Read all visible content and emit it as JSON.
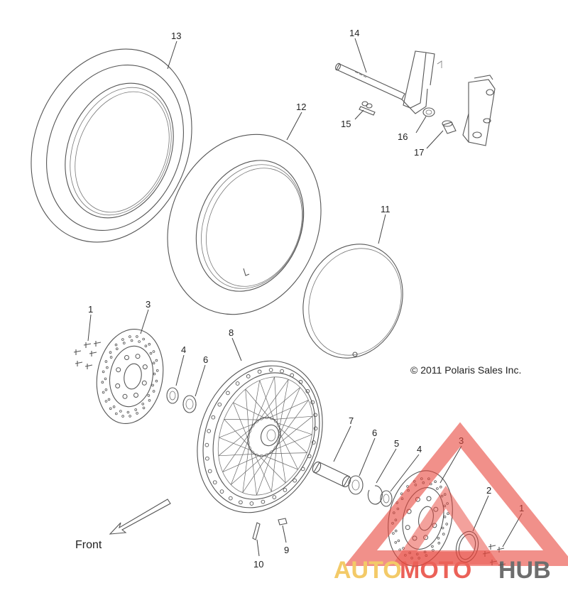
{
  "copyright": "© 2011 Polaris Sales Inc.",
  "direction_label": "Front",
  "watermark": {
    "part1": "AUTO",
    "part2": "MOTO",
    "part3": "HUB",
    "colors": {
      "red": "#e8463c",
      "yellow": "#f2c14e",
      "gray": "#555555"
    }
  },
  "callouts": [
    {
      "id": "c1a",
      "text": "1"
    },
    {
      "id": "c3a",
      "text": "3"
    },
    {
      "id": "c4a",
      "text": "4"
    },
    {
      "id": "c6a",
      "text": "6"
    },
    {
      "id": "c8",
      "text": "8"
    },
    {
      "id": "c7",
      "text": "7"
    },
    {
      "id": "c6b",
      "text": "6"
    },
    {
      "id": "c5",
      "text": "5"
    },
    {
      "id": "c4b",
      "text": "4"
    },
    {
      "id": "c3b",
      "text": "3"
    },
    {
      "id": "c2",
      "text": "2"
    },
    {
      "id": "c1b",
      "text": "1"
    },
    {
      "id": "c9",
      "text": "9"
    },
    {
      "id": "c10",
      "text": "10"
    },
    {
      "id": "c11",
      "text": "11"
    },
    {
      "id": "c12",
      "text": "12"
    },
    {
      "id": "c13",
      "text": "13"
    },
    {
      "id": "c14",
      "text": "14"
    },
    {
      "id": "c15",
      "text": "15"
    },
    {
      "id": "c16",
      "text": "16"
    },
    {
      "id": "c17",
      "text": "17"
    }
  ]
}
